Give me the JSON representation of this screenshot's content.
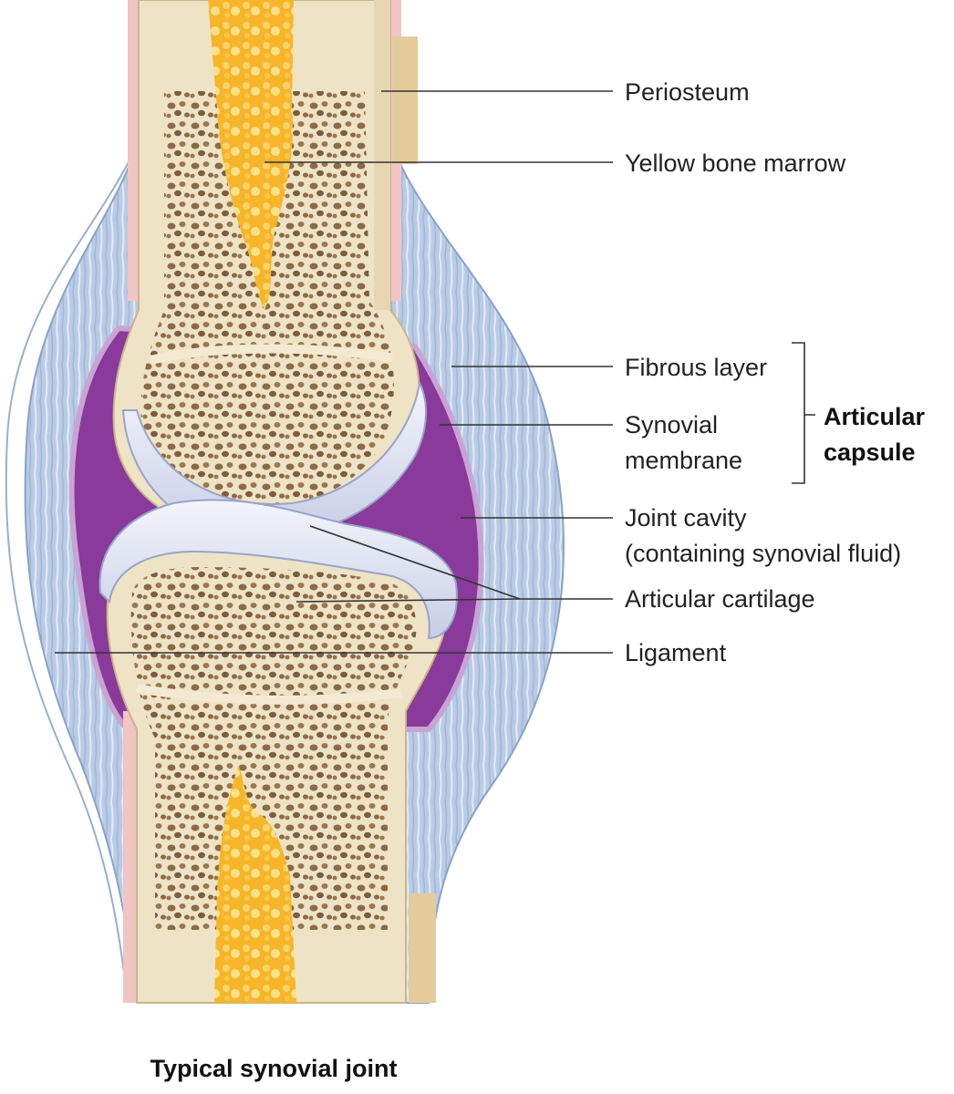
{
  "labels": {
    "periosteum": "Periosteum",
    "yellow_marrow": "Yellow bone marrow",
    "fibrous_layer": "Fibrous layer",
    "synovial_membrane_1": "Synovial",
    "synovial_membrane_2": "membrane",
    "capsule_1": "Articular",
    "capsule_2": "capsule",
    "joint_cavity_1": "Joint cavity",
    "joint_cavity_2": "(containing synovial fluid)",
    "cartilage": "Articular cartilage",
    "ligament": "Ligament"
  },
  "caption": "Typical synovial joint",
  "colors": {
    "bone": "#efe3c6",
    "spongy": "#8a6a48",
    "marrow": "#f7b52a",
    "cartilage": "#dfe6f3",
    "cavity": "#8a3a9a",
    "capsule": "#b9cbe5",
    "periosteum": "#f2c4c4"
  }
}
